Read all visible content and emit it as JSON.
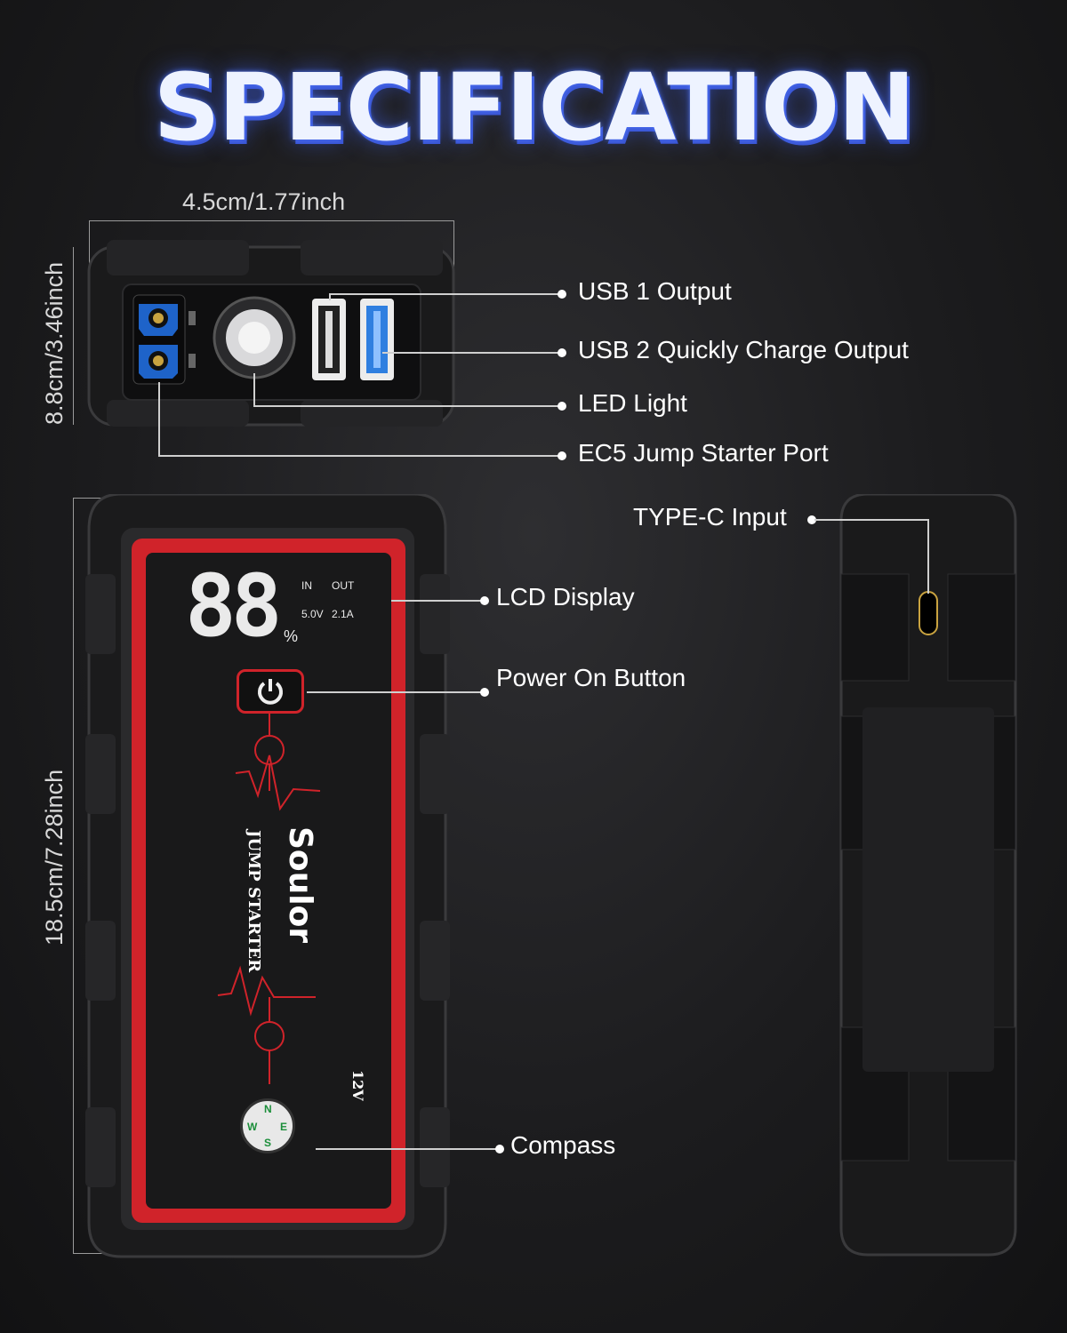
{
  "title": "SPECIFICATION",
  "dimensions": {
    "width": "4.5cm/1.77inch",
    "height": "8.8cm/3.46inch",
    "length": "18.5cm/7.28inch"
  },
  "callouts": {
    "usb1": "USB 1 Output",
    "usb2": "USB 2 Quickly Charge Output",
    "led": "LED Light",
    "ec5": "EC5 Jump Starter Port",
    "typec": "TYPE-C Input",
    "lcd": "LCD Display",
    "power": "Power On Button",
    "compass": "Compass"
  },
  "device": {
    "display_value": "88",
    "display_unit": "%",
    "in_label": "IN",
    "out_label": "OUT",
    "in_value": "5.0V",
    "out_value": "2.1A",
    "brand": "Soulor",
    "product": "JUMP STARTER",
    "voltage": "12V",
    "compass_letters": [
      "N",
      "E",
      "S",
      "W"
    ]
  },
  "colors": {
    "accent_red": "#d0232a",
    "title_glow": "#3b57d6",
    "usb_blue": "#2f7fe0",
    "ec5_blue": "#1e63c9"
  }
}
